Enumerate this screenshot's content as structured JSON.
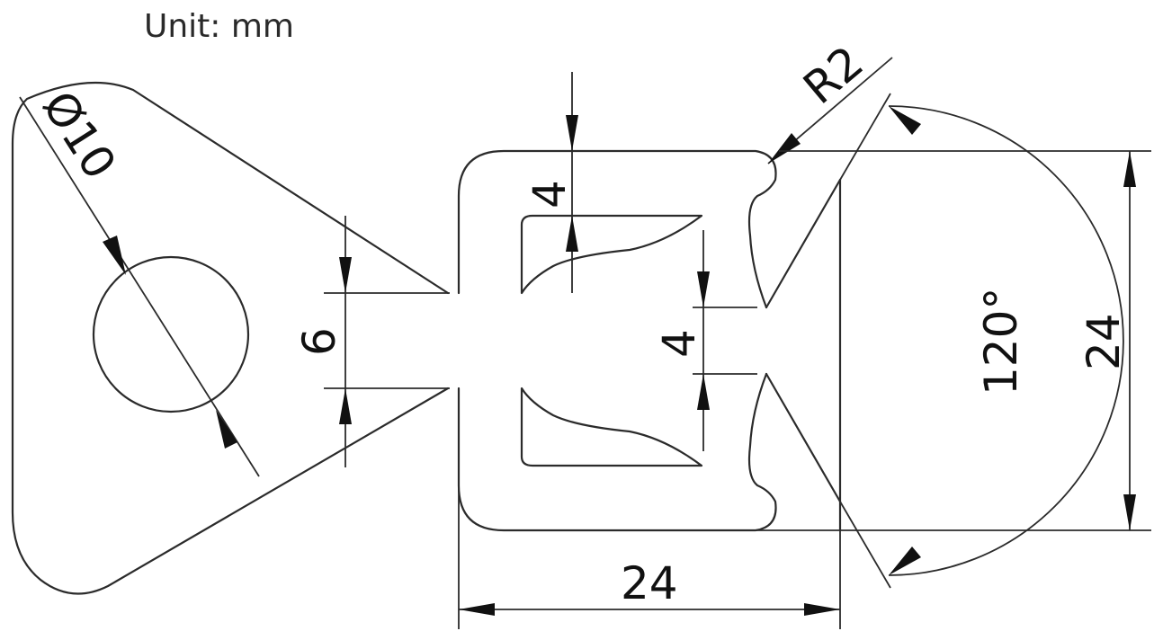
{
  "unit_label": "Unit: mm",
  "dimensions": {
    "hole_diameter": "Ø10",
    "neck_width": "6",
    "top_beam_thickness": "4",
    "center_gap": "4",
    "corner_radius": "R2",
    "angle": "120°",
    "height": "24",
    "width": "24"
  }
}
